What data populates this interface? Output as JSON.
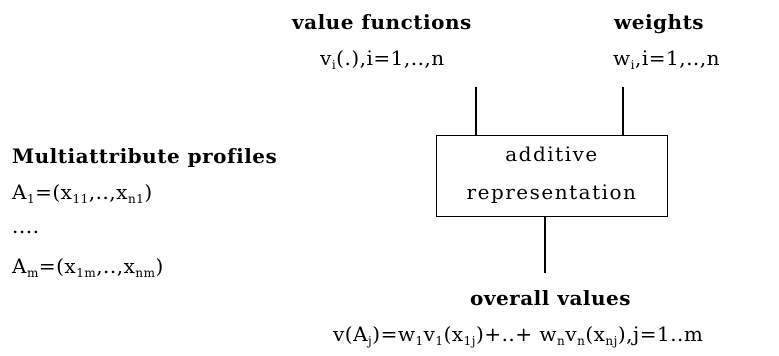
{
  "value_functions": {
    "title": "value functions",
    "formula": {
      "a": "v",
      "a_sub": "i",
      "b": "(.),i=1,..,n"
    }
  },
  "weights": {
    "title": "weights",
    "formula": {
      "a": "w",
      "a_sub": "i",
      "b": ",i=1,..,n"
    }
  },
  "profiles": {
    "title": "Multiattribute profiles",
    "row1": {
      "a": "A",
      "a_sub": "1",
      "b": "=(x",
      "b_sub": "11",
      "c": ",..,x",
      "c_sub": "n1",
      "d": ")"
    },
    "dots": "....",
    "row2": {
      "a": "A",
      "a_sub": "m",
      "b": "=(x",
      "b_sub": "1m",
      "c": ",..,x",
      "c_sub": "nm",
      "d": ")"
    }
  },
  "box": {
    "line1": "additive",
    "line2": "representation"
  },
  "overall": {
    "title": "overall values",
    "formula": {
      "p1": "v(A",
      "s1": "j",
      "p2": ")=w",
      "s2": "1",
      "p3": "v",
      "s3": "1",
      "p4": "(x",
      "s4": "1j",
      "p5": ")+..+ w",
      "s5": "n",
      "p6": "v",
      "s6": "n",
      "p7": "(x",
      "s7": "nj",
      "p8": "),j=1..m"
    }
  }
}
